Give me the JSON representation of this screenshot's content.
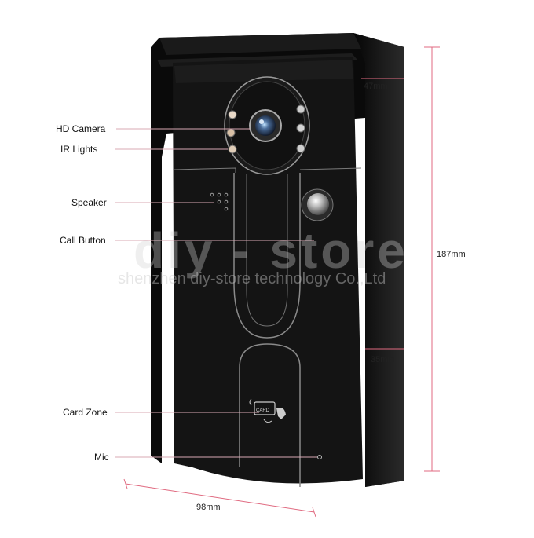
{
  "labels": {
    "hd_camera": "HD Camera",
    "ir_lights": "IR Lights",
    "speaker": "Speaker",
    "call_button": "Call Button",
    "card_zone": "Card Zone",
    "mic": "Mic"
  },
  "dimensions": {
    "width": "98mm",
    "height": "187mm",
    "rain_cover_top": "47mm",
    "rain_cover_bottom": "35mm"
  },
  "watermark": {
    "brand": "diy - store",
    "company": "shenzhen diy-store technology Co.,Ltd"
  },
  "card_icon_text": "CARD",
  "colors": {
    "body": "#0c0c0c",
    "panel": "#161616",
    "line": "#e8c9cf",
    "dimension_line": "#e06a80"
  }
}
